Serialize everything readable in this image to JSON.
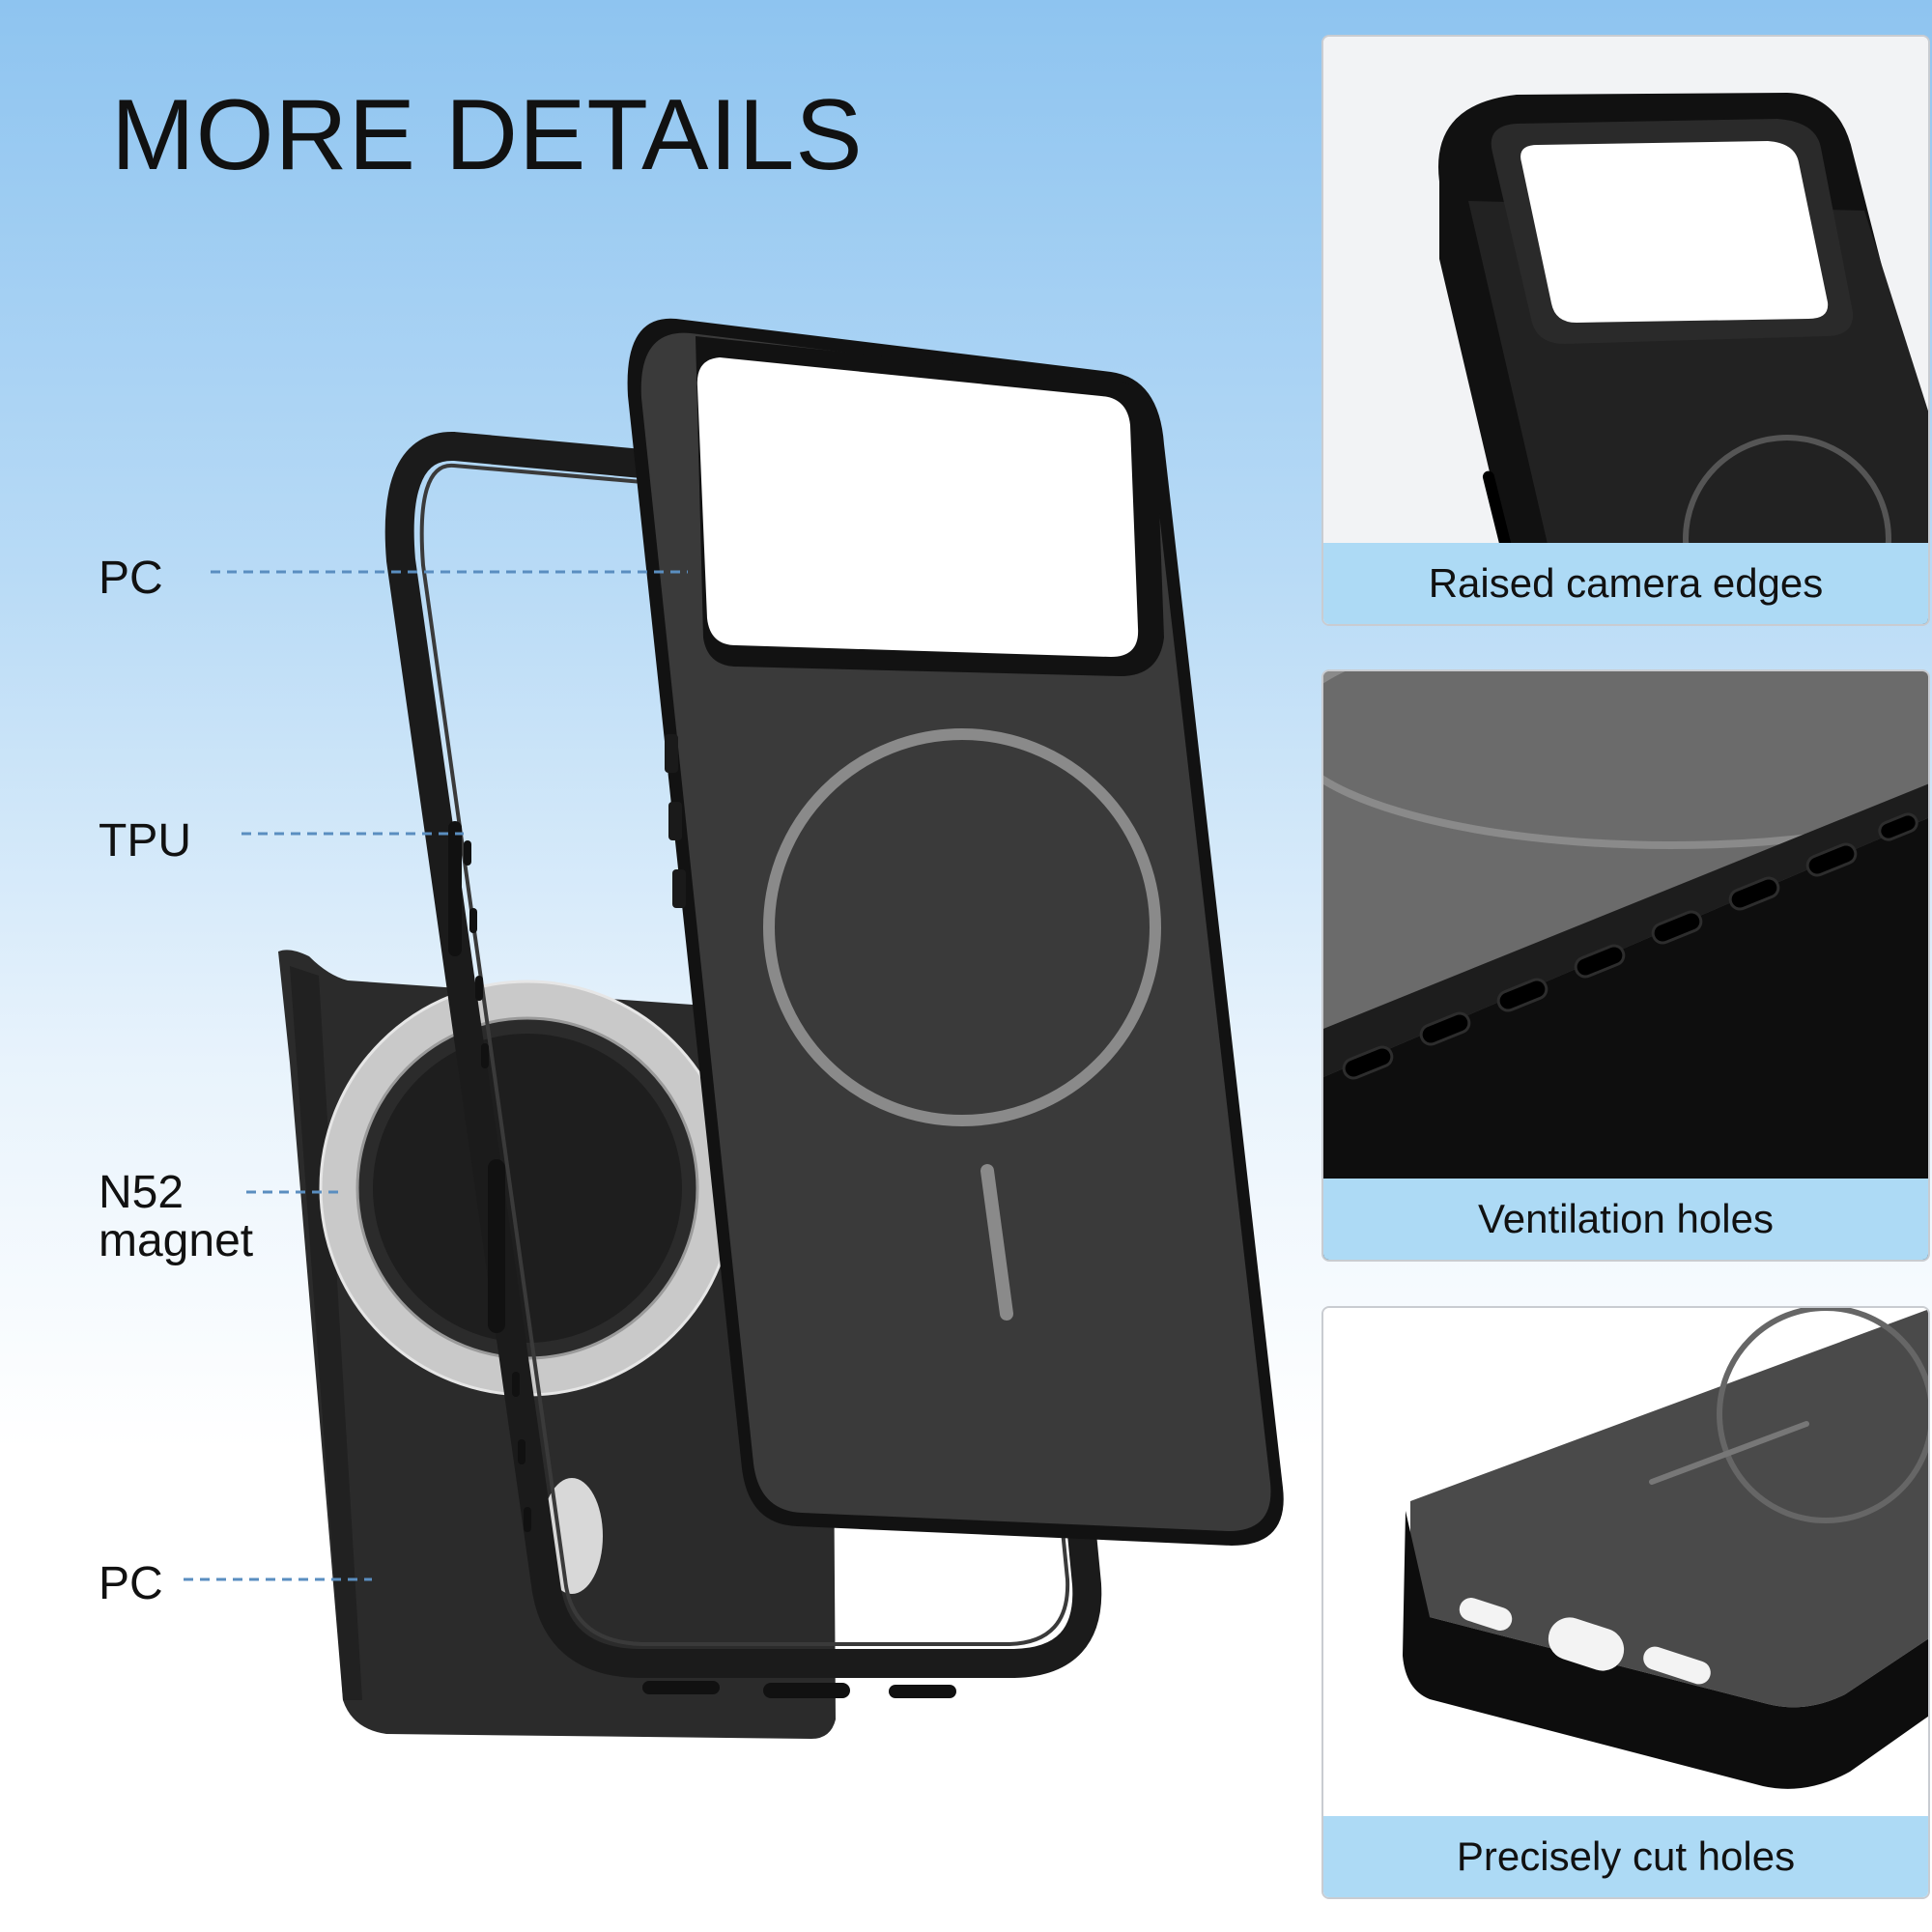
{
  "title": "MORE DETAILS",
  "layers": [
    {
      "label": "PC"
    },
    {
      "label": "TPU"
    },
    {
      "label": "N52\nmagnet"
    },
    {
      "label": "PC"
    }
  ],
  "panels": [
    {
      "caption": "Raised camera edges",
      "icon": "camera-edge-closeup"
    },
    {
      "caption": "Ventilation holes",
      "icon": "ventilation-closeup"
    },
    {
      "caption": "Precisely cut holes",
      "icon": "port-holes-closeup"
    }
  ],
  "colors": {
    "case_dark": "#1a1a1a",
    "case_back": "#3a3a3a",
    "leader_line": "#5a8ec0",
    "caption_bg": "#addaf5",
    "sky_top": "#8ec4f0"
  }
}
